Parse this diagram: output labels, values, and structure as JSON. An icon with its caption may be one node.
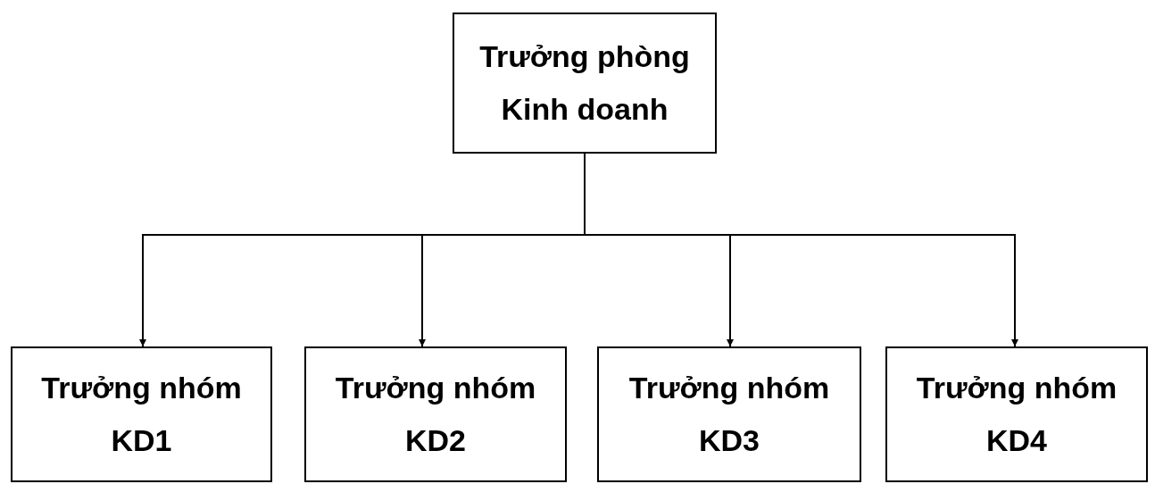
{
  "diagram": {
    "nodes": [
      {
        "text": [
          "Trưởng phòng Kinh doanh"
        ]
      },
      {
        "text": [
          "Trưởng nhóm KD1"
        ]
      },
      {
        "text": [
          "Trưởng nhóm KD2"
        ]
      },
      {
        "text": [
          "Trưởng nhóm KD3"
        ]
      },
      {
        "text": [
          "Trưởng nhóm KD4"
        ]
      }
    ],
    "edges": [
      {
        "from": 0,
        "to": 1,
        "arrow": "to"
      },
      {
        "from": 0,
        "to": 2,
        "arrow": "to"
      },
      {
        "from": 0,
        "to": 3,
        "arrow": "to"
      },
      {
        "from": 0,
        "to": 4,
        "arrow": "to"
      }
    ]
  }
}
